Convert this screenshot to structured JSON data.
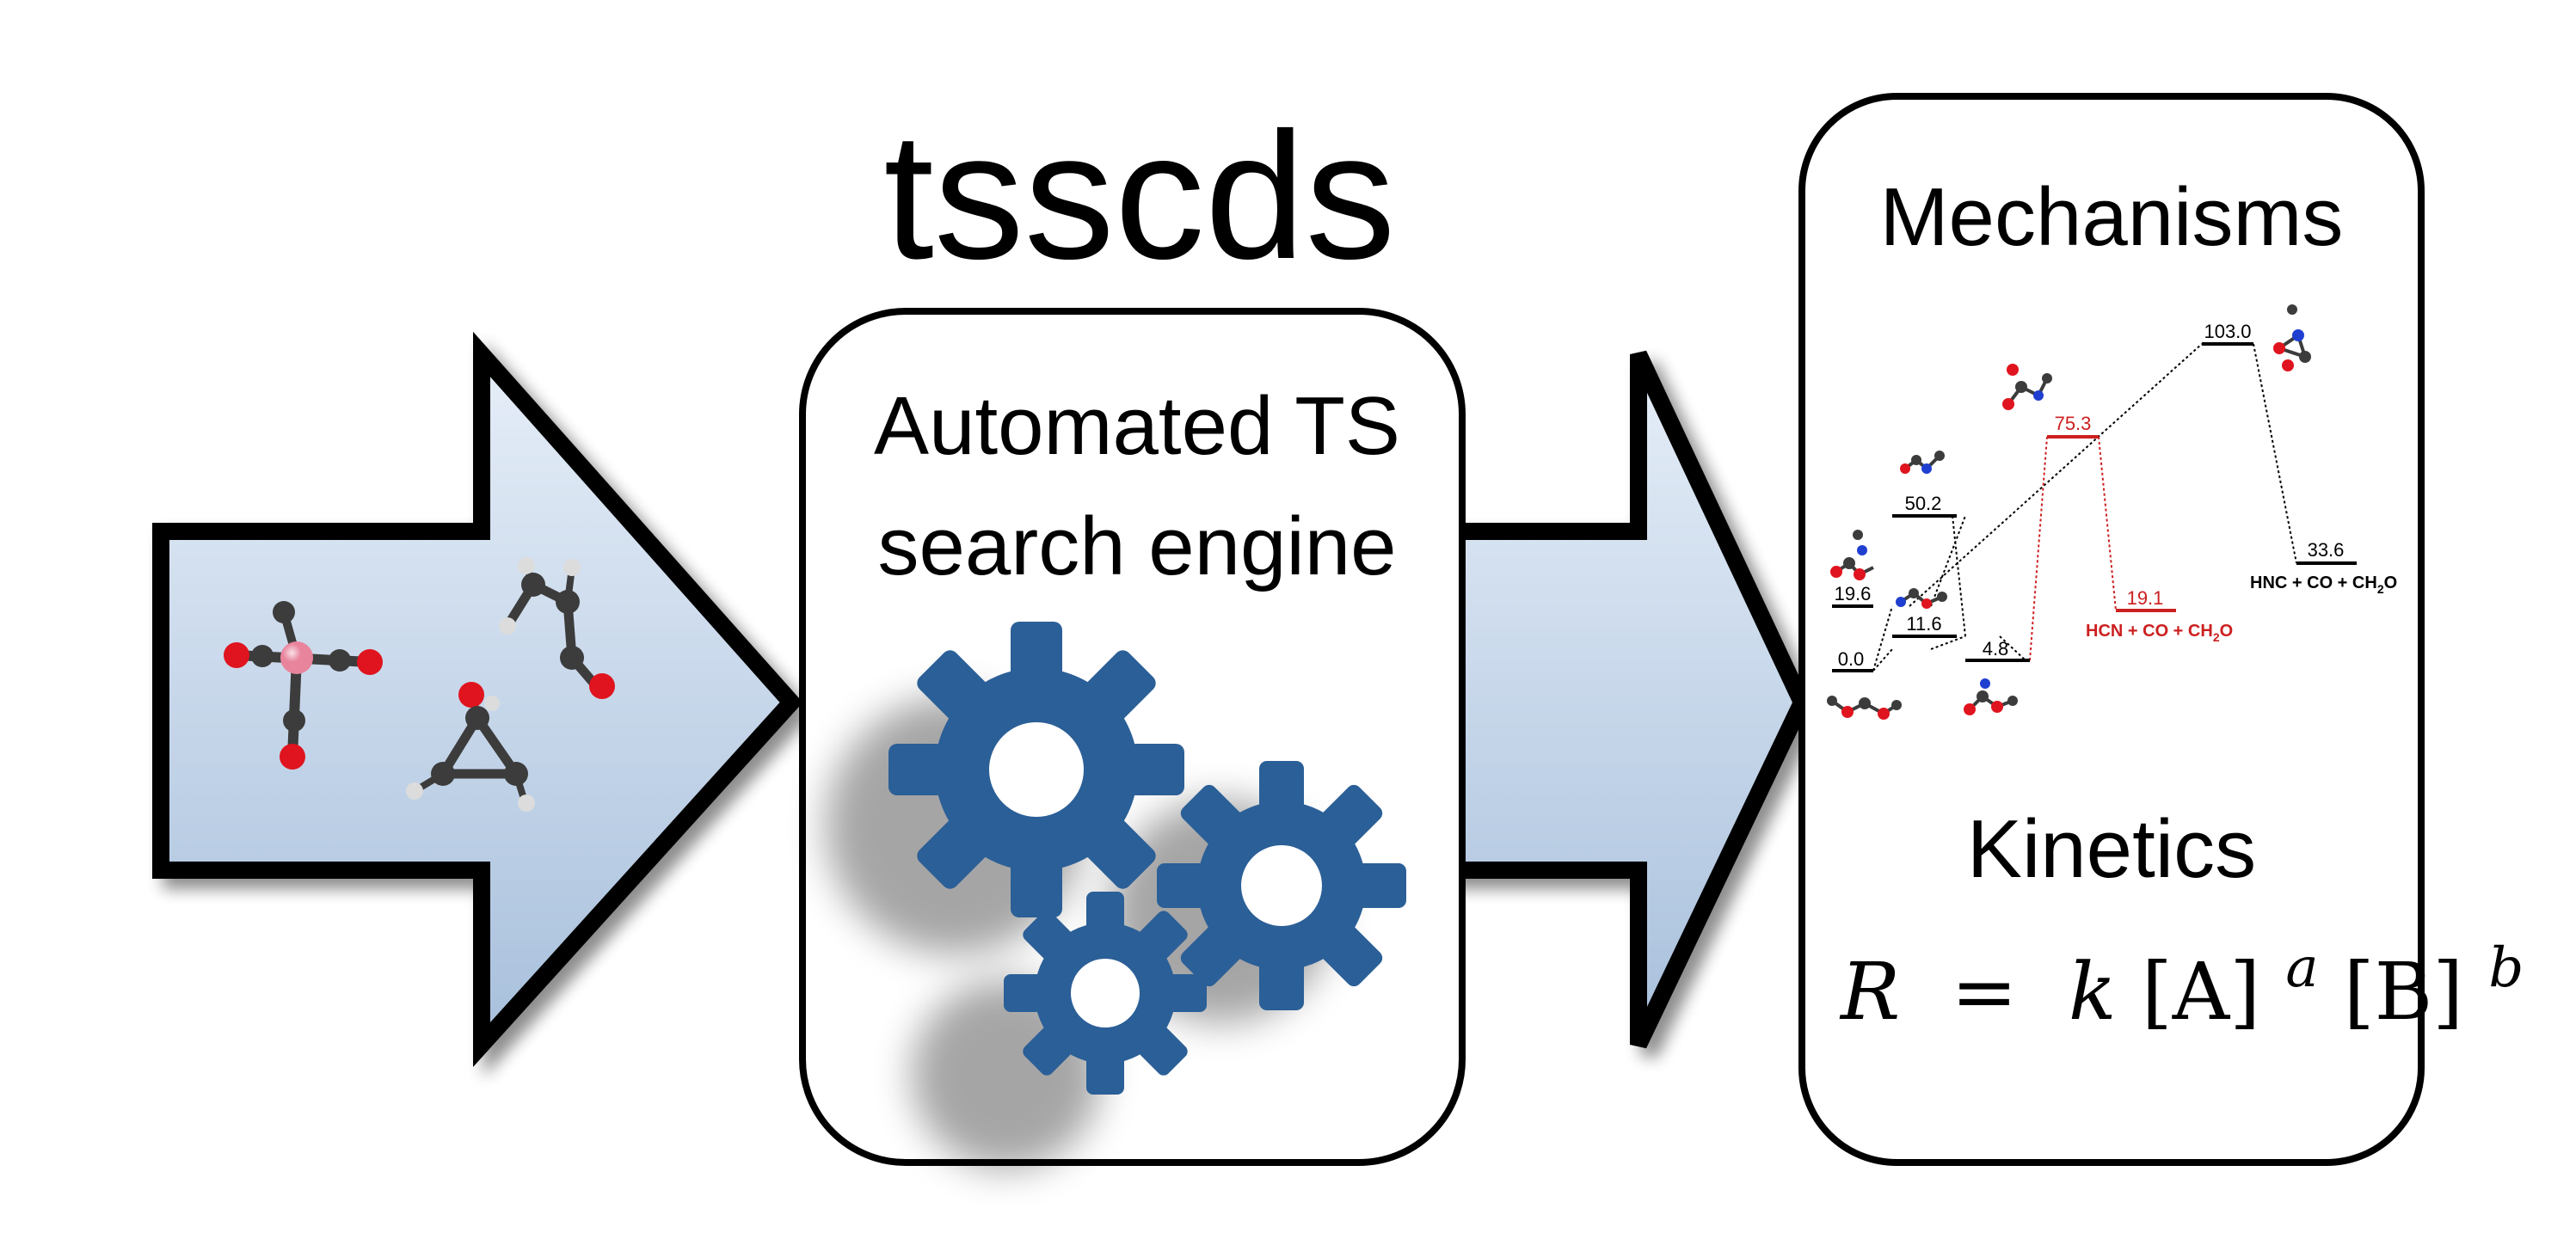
{
  "title": "tsscds",
  "center_box": {
    "line1": "Automated TS",
    "line2": "search engine"
  },
  "right_box": {
    "mechanisms_heading": "Mechanisms",
    "kinetics_heading": "Kinetics",
    "rate_law": {
      "lhs": "R",
      "eq": "=",
      "k": "k",
      "A": "[A]",
      "a": "a",
      "B": "[B]",
      "b": "b"
    }
  },
  "energy_diagram": {
    "levels": [
      {
        "value": "0.0",
        "color": "black"
      },
      {
        "value": "19.6",
        "color": "black"
      },
      {
        "value": "50.2",
        "color": "black"
      },
      {
        "value": "11.6",
        "color": "black"
      },
      {
        "value": "4.8",
        "color": "black"
      },
      {
        "value": "75.3",
        "color": "red"
      },
      {
        "value": "19.1",
        "color": "red"
      },
      {
        "value": "103.0",
        "color": "black"
      },
      {
        "value": "33.6",
        "color": "black"
      }
    ],
    "products_red": {
      "main": "HCN + CO + CH",
      "sub": "2",
      "tail": "O"
    },
    "products_black": {
      "main": "HNC + CO + CH",
      "sub": "2",
      "tail": "O"
    }
  },
  "colors": {
    "gear_blue": "#2b5f97",
    "arrow_fill_top": "#e6eef8",
    "arrow_fill_bottom": "#a8c0dc",
    "red_path": "#cc1f1f",
    "oxygen": "#e0141e",
    "carbon": "#3c3c3c",
    "hydrogen": "#dcdcdc",
    "metal": "#e8849c",
    "nitrogen": "#1f3fd0"
  }
}
